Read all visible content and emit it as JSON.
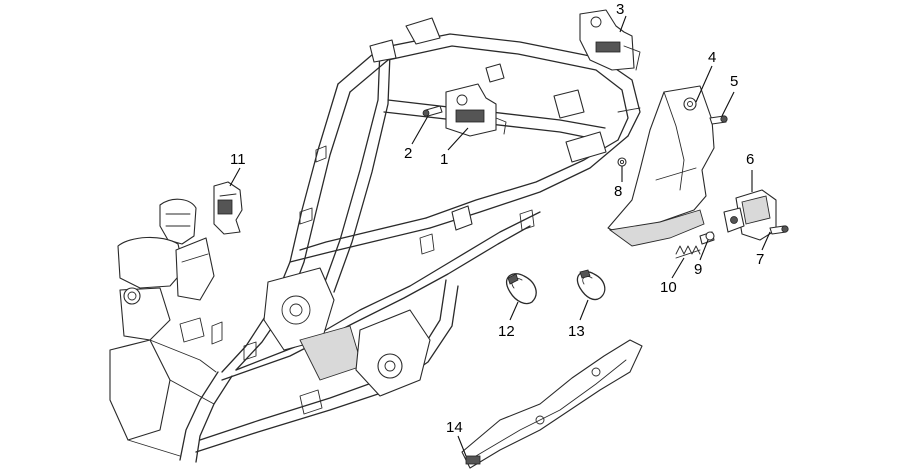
{
  "callouts": [
    {
      "label": "1"
    },
    {
      "label": "2"
    },
    {
      "label": "3"
    },
    {
      "label": "4"
    },
    {
      "label": "5"
    },
    {
      "label": "6"
    },
    {
      "label": "7"
    },
    {
      "label": "8"
    },
    {
      "label": "9"
    },
    {
      "label": "10"
    },
    {
      "label": "11"
    },
    {
      "label": "12"
    },
    {
      "label": "13"
    },
    {
      "label": "14"
    }
  ],
  "colors": {
    "stroke": "#2a2a2a",
    "background": "#ffffff",
    "shade": "#d9d9d9"
  }
}
